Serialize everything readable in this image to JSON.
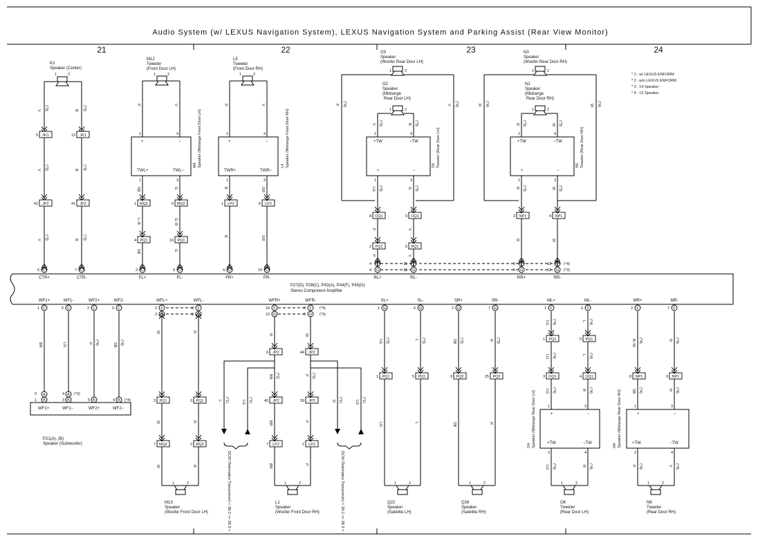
{
  "title": "Audio System (w/ LEXUS Navigation System),  LEXUS Navigation System and Parking Assist (Rear View Monitor)",
  "sections": [
    "21",
    "22",
    "23",
    "24"
  ],
  "notes": [
    "* 1 : w/ LEXUS ENFORM",
    "* 2 : w/o LEXUS ENFORM",
    "* 3 : 14 Speaker",
    "* 4 : 13 Speaker"
  ],
  "amplifier": {
    "label1": "P27(D), P28(C), P43(A), P44(F), P45(G)",
    "label2": "Stereo Component Amplifier",
    "top_pins": [
      "CTR+",
      "CTR-",
      "FL+",
      "FL-",
      "FR+",
      "FR-",
      "RL+",
      "RL-",
      "RR+",
      "RR-"
    ],
    "bottom_pins": [
      "WF1+",
      "WF1-",
      "WF2+",
      "WF2-",
      "WFL+",
      "WFL-",
      "WFR+",
      "WFR-",
      "SL+",
      "SL-",
      "SR+",
      "SR-",
      "ML+",
      "ML-",
      "MR+",
      "MR-"
    ]
  },
  "components": {
    "k2": {
      "id": "K2",
      "name": "Speaker (Center)"
    },
    "m12": {
      "id": "M12",
      "name": "Tweeter",
      "loc": "(Front Door LH)"
    },
    "l5": {
      "id": "L5",
      "name": "Tweeter",
      "loc": "(Front Door RH)"
    },
    "o3": {
      "id": "O3",
      "name": "Speaker",
      "loc": "(Woofer Rear Door LH)"
    },
    "n3": {
      "id": "N3",
      "name": "Speaker",
      "loc": "(Woofer Rear Door RH)"
    },
    "o2": {
      "id": "O2",
      "name": "Speaker",
      "loc1": "(Midrange",
      "loc2": "Rear Door LH)"
    },
    "n2": {
      "id": "N2",
      "name": "Speaker",
      "loc1": "(Midrange",
      "loc2": "Rear Door RH)"
    },
    "m4": {
      "id": "M4",
      "text": "Speaker (Midrange Front Door LH)"
    },
    "l4": {
      "id": "L4",
      "text": "Speaker (Midrange Front Door RH)"
    },
    "o5": {
      "id": "O5",
      "text": "Tweeter (Rear Door LH)"
    },
    "n5": {
      "id": "N5",
      "text": "Tweeter (Rear Door RH)"
    },
    "p21": {
      "id": "P21(A), (B)",
      "name": "Speaker (Subwoofer)"
    },
    "m13": {
      "id": "M13",
      "name": "Speaker",
      "loc": "(Woofer Front Door LH)"
    },
    "l1": {
      "id": "L1",
      "name": "Speaker",
      "loc": "(Woofer Front Door RH)"
    },
    "q22": {
      "id": "Q22",
      "name": "Speaker",
      "loc": "(Satellite LH)"
    },
    "q26": {
      "id": "Q26",
      "name": "Speaker",
      "loc": "(Satellite RH)"
    },
    "o6": {
      "id": "O6",
      "name": "Tweeter",
      "loc": "(Rear Door LH)"
    },
    "n6": {
      "id": "N6",
      "name": "Tweeter",
      "loc": "(Rear Door RH)"
    },
    "o4": {
      "id": "O4",
      "text": "Speaker (Midrange Rear Door LH)"
    },
    "n4": {
      "id": "N4",
      "text": "Speaker (Midrange Rear Door RH)"
    },
    "dcm": {
      "text": "DCM (Telematics Transceiver) < 38-2 >< 38-3 >"
    }
  }
}
